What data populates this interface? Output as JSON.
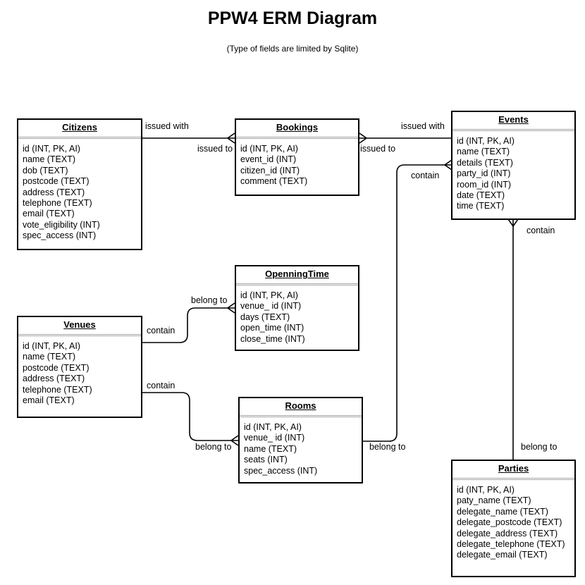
{
  "title": "PPW4 ERM Diagram",
  "subtitle": "(Type of fields are limited by Sqlite)",
  "entities": {
    "citizens": {
      "name": "Citizens",
      "fields": [
        "id (INT, PK, AI)",
        "name (TEXT)",
        "dob (TEXT)",
        "postcode (TEXT)",
        "address (TEXT)",
        "telephone (TEXT)",
        "email (TEXT)",
        "vote_eligibility (INT)",
        "spec_access (INT)"
      ]
    },
    "bookings": {
      "name": "Bookings",
      "fields": [
        "id (INT, PK, AI)",
        "event_id (INT)",
        "citizen_id (INT)",
        "comment (TEXT)"
      ]
    },
    "events": {
      "name": "Events",
      "fields": [
        "id (INT, PK, AI)",
        "name (TEXT)",
        "details (TEXT)",
        "party_id (INT)",
        "room_id (INT)",
        "date (TEXT)",
        "time (TEXT)"
      ]
    },
    "openningtime": {
      "name": "OpenningTime",
      "fields": [
        "id (INT, PK, AI)",
        "venue_ id (INT)",
        "days (TEXT)",
        "open_time (INT)",
        "close_time (INT)"
      ]
    },
    "venues": {
      "name": "Venues",
      "fields": [
        "id (INT, PK, AI)",
        "name (TEXT)",
        "postcode (TEXT)",
        "address (TEXT)",
        "telephone (TEXT)",
        "email (TEXT)"
      ]
    },
    "rooms": {
      "name": "Rooms",
      "fields": [
        "id (INT, PK, AI)",
        "venue_ id (INT)",
        "name (TEXT)",
        "seats (INT)",
        "spec_access (INT)"
      ]
    },
    "parties": {
      "name": "Parties",
      "fields": [
        "id (INT, PK, AI)",
        "paty_name (TEXT)",
        "delegate_name (TEXT)",
        "delegate_postcode (TEXT)",
        "delegate_address (TEXT)",
        "delegate_telephone (TEXT)",
        "delegate_email (TEXT)"
      ]
    }
  },
  "relations": {
    "citizens_bookings_from": "issued with",
    "citizens_bookings_to": "issued to",
    "events_bookings_from": "issued with",
    "events_bookings_to": "issued to",
    "rooms_events_from": "belong to",
    "rooms_events_to": "contain",
    "events_parties_from": "contain",
    "events_parties_to": "belong to",
    "venues_openning_from": "contain",
    "venues_openning_to": "belong to",
    "venues_rooms_from": "contain",
    "venues_rooms_to": "belong to"
  }
}
